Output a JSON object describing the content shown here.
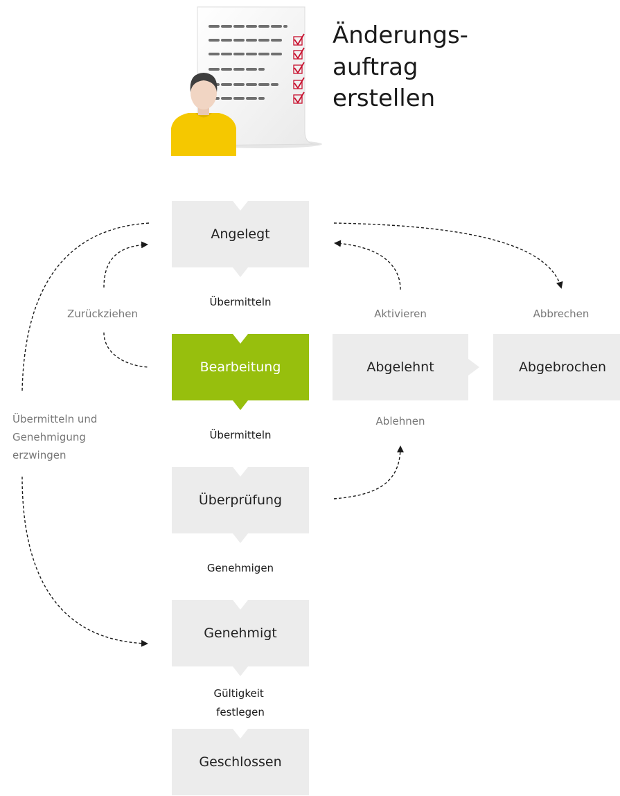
{
  "title": {
    "line1": "Änderungs-",
    "line2": "auftrag",
    "line3": "erstellen"
  },
  "colors": {
    "node_fill": "#ececec",
    "active_node_fill": "#97bf0d",
    "shirt": "#f5c800"
  },
  "icons": {
    "header": "checklist-document-with-person-icon"
  },
  "nodes": {
    "angelegt": "Angelegt",
    "bearbeitung": "Bearbeitung",
    "ueberpruefung": "Überprüfung",
    "genehmigt": "Genehmigt",
    "geschlossen": "Geschlossen",
    "abgelehnt": "Abgelehnt",
    "abgebrochen": "Abgebrochen"
  },
  "active_node": "Bearbeitung",
  "transitions": {
    "uebermitteln1": "Übermitteln",
    "uebermitteln2": "Übermitteln",
    "genehmigen": "Genehmigen",
    "gueltigkeit_line1": "Gültigkeit",
    "gueltigkeit_line2": "festlegen",
    "zurueckziehen": "Zurückziehen",
    "erzwingen_line1": "Übermitteln und",
    "erzwingen_line2": "Genehmigung",
    "erzwingen_line3": "erzwingen",
    "aktivieren": "Aktivieren",
    "abbrechen": "Abbrechen",
    "ablehnen": "Ablehnen"
  }
}
